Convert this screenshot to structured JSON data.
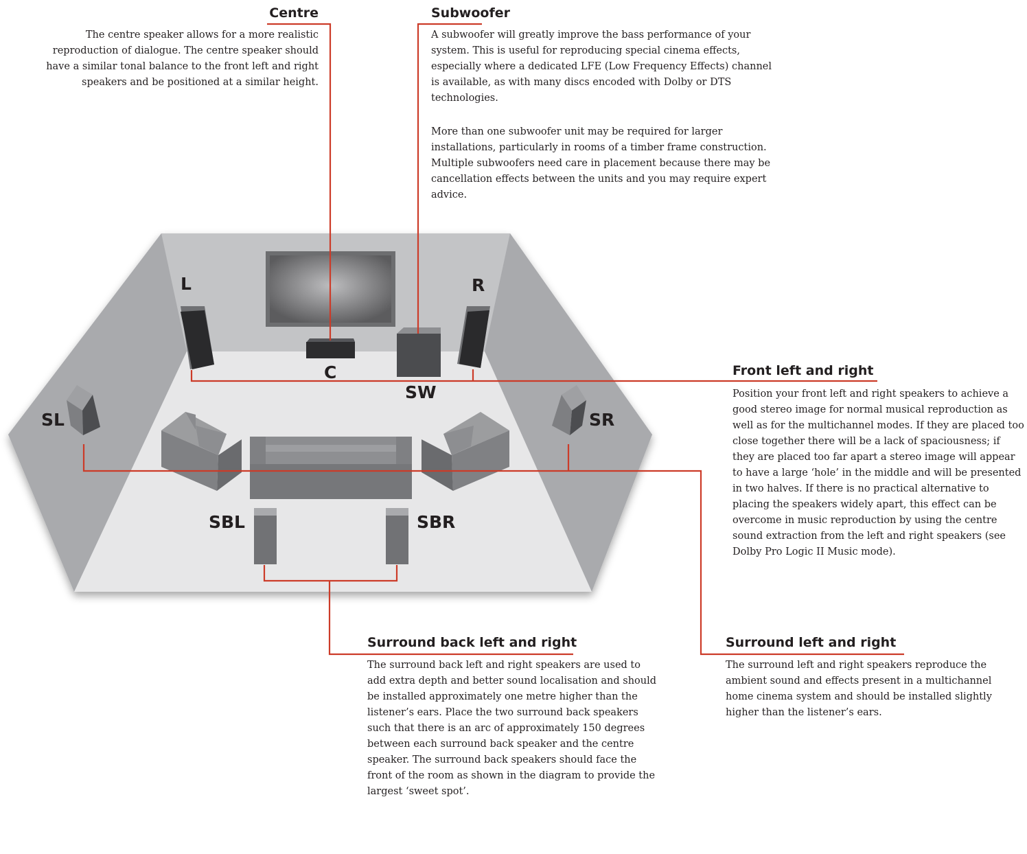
{
  "sections": {
    "centre": {
      "heading": "Centre",
      "text": "The centre speaker allows for a more realistic reproduction of dialogue. The centre speaker should have a similar tonal balance to the front left and right speakers and be positioned at a similar height."
    },
    "subwoofer": {
      "heading": "Subwoofer",
      "text1": "A subwoofer will greatly improve the bass performance of your system. This is useful for reproducing special cinema effects, especially where a dedicated LFE (Low Frequency Effects) channel is available, as with many discs encoded with Dolby or DTS technologies.",
      "text2": "More than one subwoofer unit may be required for larger installations, particularly in rooms of a timber frame construction. Multiple subwoofers need care in placement because there may be cancellation effects between the units and you may require expert advice."
    },
    "front": {
      "heading": "Front left and right",
      "text": "Position your front left and right speakers to achieve a good stereo image for normal musical reproduction as well as for the multichannel modes. If they are placed too close together there will be a lack of spaciousness; if they are placed too far apart a stereo image will appear to have a large ‘hole’ in the middle and will be presented in two halves. If there is no practical alternative to placing the speakers widely apart, this effect can be overcome in music reproduction by using the centre sound extraction from the left and right speakers (see Dolby Pro Logic II Music mode)."
    },
    "surround_back": {
      "heading": "Surround back left and right",
      "text": "The surround back left and right speakers are used to add extra depth and better sound localisation and should be installed approximately one metre higher than the listener’s ears. Place the two surround back speakers such that there is an arc of approximately 150 degrees between each surround back speaker and the centre speaker. The surround back speakers should face the front of the room as shown in the diagram to provide the largest ‘sweet spot’."
    },
    "surround": {
      "heading": "Surround left and right",
      "text": "The surround left and right speakers reproduce the ambient sound and effects present in a multichannel home cinema system and should be installed slightly higher than the listener’s ears."
    }
  },
  "speakers": {
    "l": "L",
    "r": "R",
    "c": "C",
    "sw": "SW",
    "sl": "SL",
    "sr": "SR",
    "sbl": "SBL",
    "sbr": "SBR"
  },
  "colors": {
    "leader_line": "#cc3b28",
    "room_wall": "#b6b7ba",
    "room_floor": "#e8e8e9",
    "speaker_dark": "#2e2e30",
    "sofa": "#7d7e81"
  }
}
